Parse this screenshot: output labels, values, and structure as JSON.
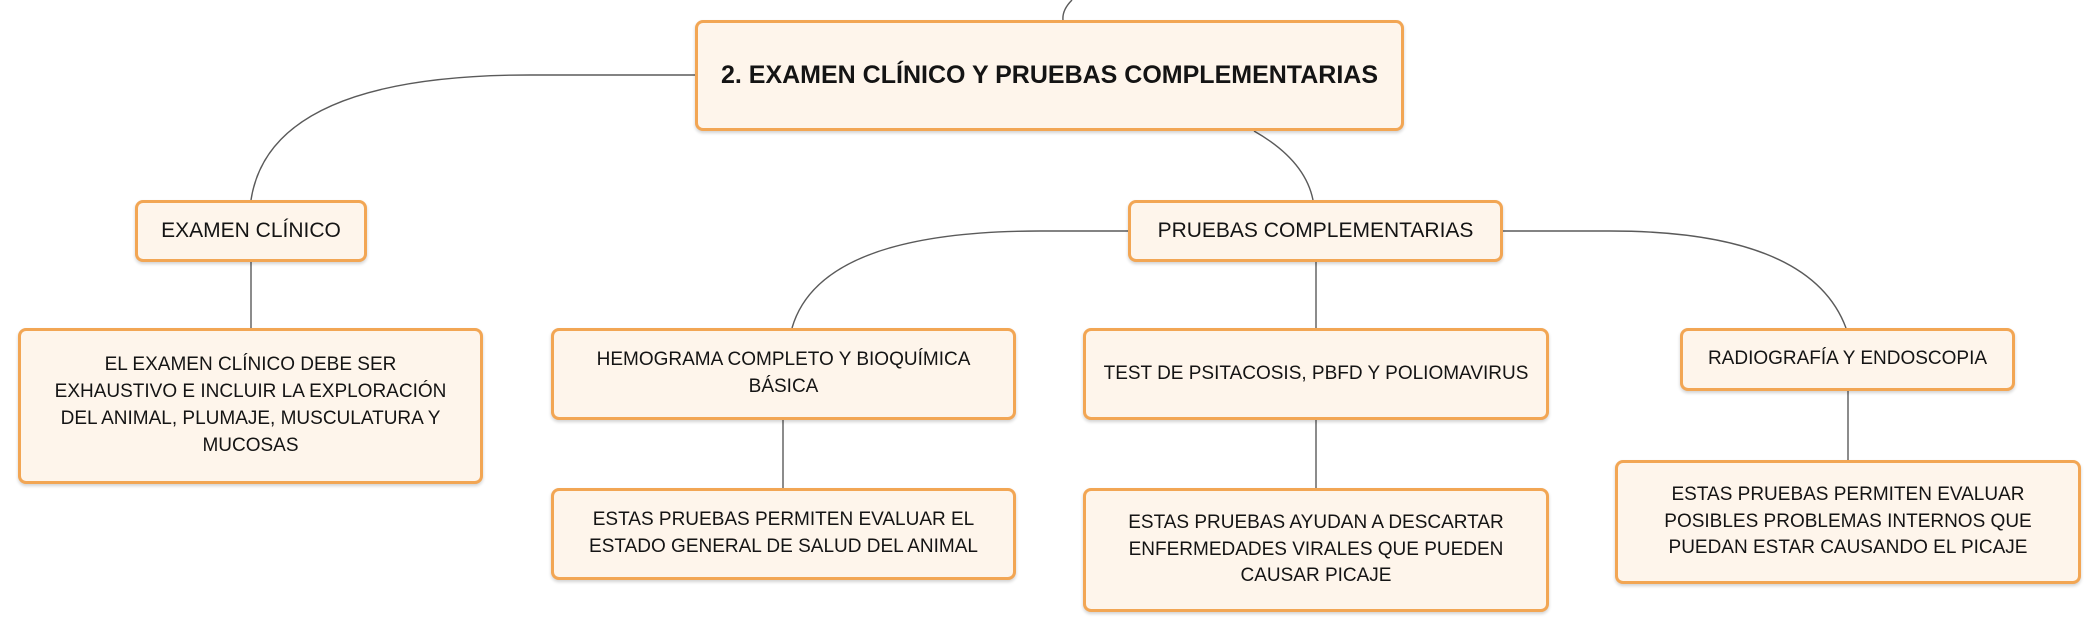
{
  "diagram": {
    "title": "2. EXAMEN CLÍNICO Y PRUEBAS COMPLEMENTARIAS",
    "examen_clinico": {
      "label": "EXAMEN CLÍNICO",
      "detail": "EL EXAMEN CLÍNICO DEBE SER EXHAUSTIVO E INCLUIR LA EXPLORACIÓN DEL ANIMAL, PLUMAJE, MUSCULATURA Y MUCOSAS"
    },
    "pruebas": {
      "label": "PRUEBAS COMPLEMENTARIAS",
      "hemograma": {
        "label": "HEMOGRAMA COMPLETO Y BIOQUÍMICA BÁSICA",
        "detail": "ESTAS PRUEBAS PERMITEN EVALUAR EL ESTADO GENERAL DE SALUD DEL ANIMAL"
      },
      "test": {
        "label": "TEST DE PSITACOSIS, PBFD Y POLIOMAVIRUS",
        "detail": "ESTAS PRUEBAS AYUDAN A DESCARTAR ENFERMEDADES VIRALES QUE PUEDEN CAUSAR PICAJE"
      },
      "radiografia": {
        "label": "RADIOGRAFÍA Y ENDOSCOPIA",
        "detail": "ESTAS PRUEBAS PERMITEN EVALUAR POSIBLES PROBLEMAS INTERNOS QUE PUEDAN ESTAR CAUSANDO EL PICAJE"
      }
    }
  },
  "colors": {
    "node_fill": "#fef5eb",
    "node_border": "#f2a654",
    "connector": "#5a5a5a",
    "text": "#141414"
  }
}
